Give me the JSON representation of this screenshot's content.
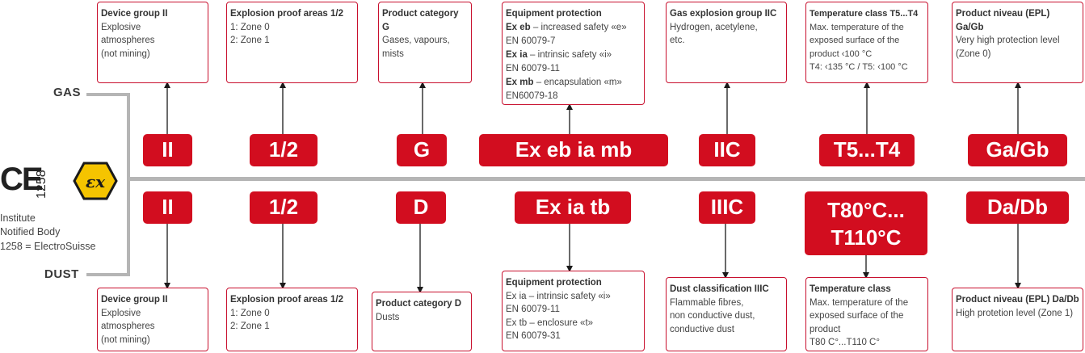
{
  "labels": {
    "gas": "GAS",
    "dust": "DUST"
  },
  "notified_body": {
    "ce": "CE",
    "number": "1258",
    "ex_symbol": "εx",
    "line1": "Institute",
    "line2": "Notified Body",
    "line3": "1258 = ElectroSuisse"
  },
  "gas_tags": [
    "II",
    "1/2",
    "G",
    "Ex eb ia mb",
    "IIC",
    "T5...T4",
    "Ga/Gb"
  ],
  "dust_tags": [
    "II",
    "1/2",
    "D",
    "Ex ia tb",
    "IIIC",
    "T80°C...",
    "T110°C",
    "Da/Db"
  ],
  "gas_boxes": {
    "group": {
      "title": "Device group II",
      "l1": "Explosive",
      "l2": "atmospheres",
      "l3": "(not mining)"
    },
    "areas": {
      "title": "Explosion proof areas 1/2",
      "l1": "1: Zone 0",
      "l2": "2: Zone 1"
    },
    "category": {
      "title": "Product category G",
      "l1": "Gases, vapours,",
      "l2": "mists"
    },
    "protection": {
      "title": "Equipment protection",
      "eb_code": "Ex eb",
      "eb_text": " – increased safety «e»",
      "eb_std": "EN 60079-7",
      "ia_code": "Ex ia",
      "ia_text": " – intrinsic safety «i»",
      "ia_std": "EN 60079-11",
      "mb_code": "Ex mb",
      "mb_text": " – encapsulation «m»",
      "mb_std": "EN60079-18"
    },
    "explosion_group": {
      "title": "Gas explosion group IIC",
      "l1": "Hydrogen, acetylene,",
      "l2": "etc."
    },
    "temperature": {
      "title": "Temperature class T5...T4",
      "l1": "Max. temperature of the",
      "l2": "exposed surface of the",
      "l3": "product ‹100 °C",
      "l4": "T4: ‹135 °C / T5: ‹100 °C"
    },
    "epl": {
      "title": "Product niveau (EPL) Ga/Gb",
      "l1": "Very high protection level",
      "l2": "(Zone 0)"
    }
  },
  "dust_boxes": {
    "group": {
      "title": "Device group II",
      "l1": "Explosive",
      "l2": "atmospheres",
      "l3": "(not mining)"
    },
    "areas": {
      "title": "Explosion proof areas 1/2",
      "l1": "1: Zone 0",
      "l2": "2: Zone 1"
    },
    "category": {
      "title": "Product category D",
      "l1": "Dusts"
    },
    "protection": {
      "title": "Equipment protection",
      "l1": "Ex ia – intrinsic safety «i»",
      "l2": "EN 60079-11",
      "l3": "Ex tb – enclosure «t»",
      "l4": "EN 60079-31"
    },
    "classification": {
      "title": "Dust classification IIIC",
      "l1": "Flammable fibres,",
      "l2": "non conductive dust,",
      "l3": "conductive dust"
    },
    "temperature": {
      "title": "Temperature class",
      "l1": "Max. temperature of the",
      "l2": "exposed surface of the",
      "l3": "product",
      "l4": "T80 C°...T110 C°"
    },
    "epl": {
      "title": "Product niveau (EPL) Da/Db",
      "l1": "High protetion level (Zone 1)"
    }
  }
}
